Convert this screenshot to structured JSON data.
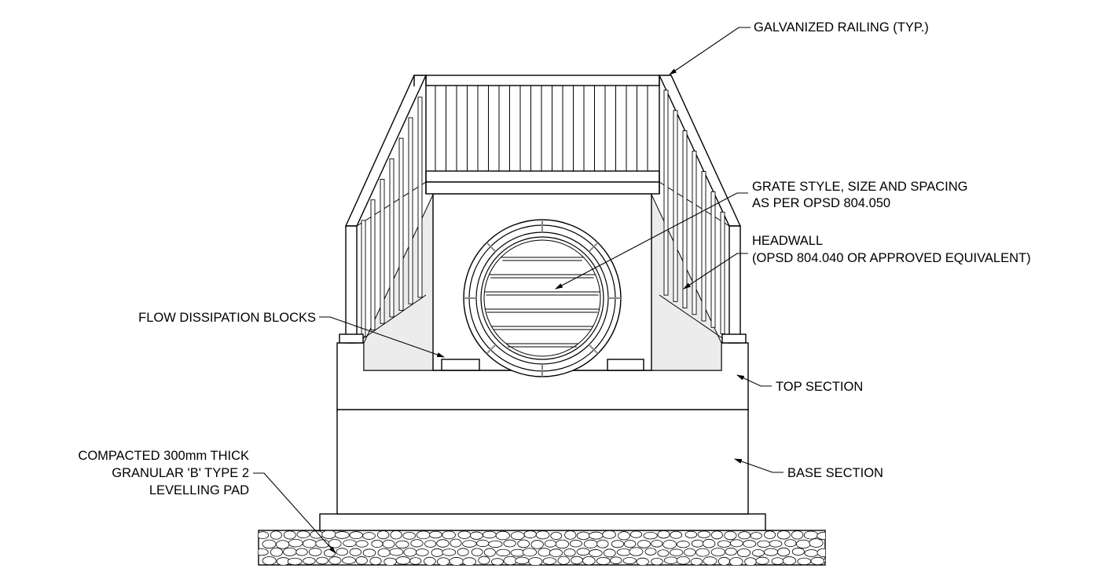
{
  "labels": {
    "railing": "GALVANIZED RAILING (TYP.)",
    "grate_line1": "GRATE STYLE, SIZE AND SPACING",
    "grate_line2": "AS PER OPSD 804.050",
    "headwall_line1": "HEADWALL",
    "headwall_line2": "(OPSD 804.040 OR APPROVED EQUIVALENT)",
    "flow_blocks": "FLOW DISSIPATION BLOCKS",
    "top_section": "TOP SECTION",
    "base_section": "BASE SECTION",
    "pad_line1": "COMPACTED 300mm THICK",
    "pad_line2": "GRANULAR 'B' TYPE 2",
    "pad_line3": "LEVELLING PAD"
  }
}
